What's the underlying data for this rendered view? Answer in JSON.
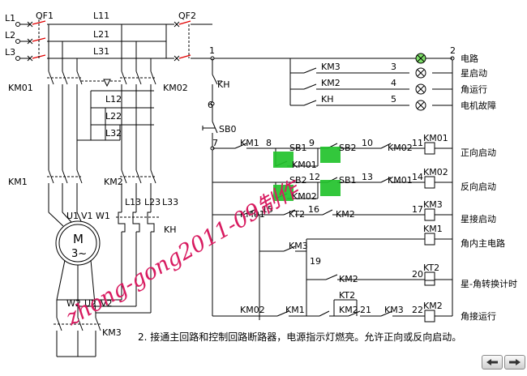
{
  "main": {
    "phases": [
      "L1",
      "L2",
      "L3"
    ],
    "qf1": "QF1",
    "buses_top": [
      "L11",
      "L21",
      "L31"
    ],
    "km01": "KM01",
    "km02": "KM02",
    "buses_mid": [
      "L12",
      "L22",
      "L32"
    ],
    "km1": "KM1",
    "km2": "KM2",
    "buses_low": [
      "L13",
      "L23",
      "L33"
    ],
    "kh": "KH",
    "motor_terminals_top": [
      "U1",
      "V1",
      "W1"
    ],
    "motor_label": "M",
    "motor_sub": "3~",
    "motor_terminals_bottom": [
      "W2",
      "U2",
      "V2"
    ],
    "km3": "KM3"
  },
  "control": {
    "qf2": "QF2",
    "node_labels": [
      "1",
      "2",
      "3",
      "4",
      "5",
      "6",
      "7",
      "8",
      "9",
      "10",
      "11",
      "12",
      "13",
      "14",
      "15",
      "16",
      "17",
      "19",
      "20",
      "21",
      "22"
    ],
    "kh_nc": "KH",
    "sb0": "SB0",
    "contacts": {
      "km3_lamp": "KM3",
      "km2_lamp": "KM2",
      "kh_lamp": "KH",
      "km1_hold": "KM1",
      "sb1_top": "SB1",
      "km01_mid": "KM01",
      "sb2_top": "SB2",
      "km02_r1": "KM02",
      "sb2_bot": "SB2",
      "km02_mid": "KM02",
      "sb1_bot": "SB1",
      "km01_r2": "KM01",
      "km01_r3": "KM01",
      "kt2_r3": "KT2",
      "km2_r3": "KM2",
      "km3_r4": "KM3",
      "km2_r5": "KM2",
      "kt2_r6": "KT2",
      "km02_r6": "KM02",
      "km1_r6": "KM1",
      "km2_r6": "KM2",
      "km3_r6": "KM3"
    },
    "coils": [
      "KM01",
      "KM02",
      "KM3",
      "KM1",
      "KT2",
      "KM2"
    ],
    "descriptions": [
      "电路",
      "星启动",
      "角运行",
      "电机故障",
      "正向启动",
      "反向启动",
      "星接启动",
      "角内主电路",
      "星-角转换计时",
      "角接运行"
    ]
  },
  "caption": "2. 接通主回路和控制回路断路器，电源指示灯燃亮。允许正向或反向启动。",
  "watermark": "zhong-gong2011-09制作",
  "nav": {
    "prev_icon": "arrow-left-icon",
    "next_icon": "arrow-right-icon"
  },
  "colors": {
    "qf_red": "#e00000",
    "highlight": "#22c22b",
    "lamp_on": "#7fe06a",
    "watermark": "#d81b60"
  }
}
